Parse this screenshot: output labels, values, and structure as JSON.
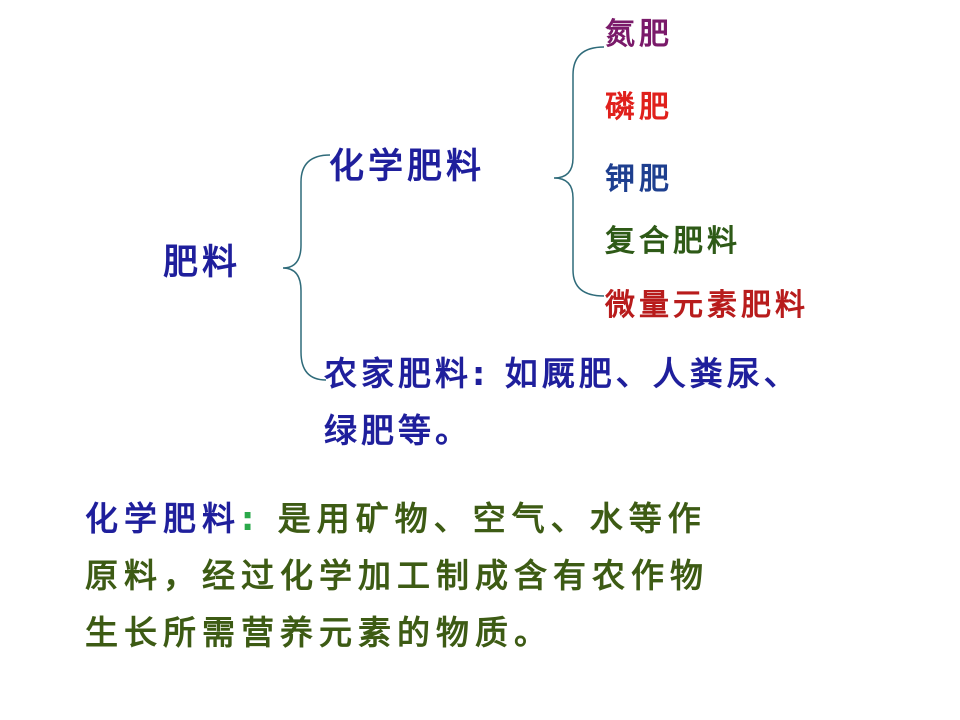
{
  "root": "肥料",
  "chemical": {
    "label": "化学肥料",
    "types": [
      {
        "label": "氮肥",
        "color": "#7a1a6a"
      },
      {
        "label": "磷肥",
        "color": "#e0201c"
      },
      {
        "label": "钾肥",
        "color": "#1e3f8f"
      },
      {
        "label": "复合肥料",
        "color": "#2e5a17"
      },
      {
        "label": "微量元素肥料",
        "color": "#b81c1c"
      }
    ]
  },
  "farm": {
    "label": "农家肥料",
    "colon": ":",
    "examples_line1": "如厩肥、人粪尿、",
    "examples_line2": "绿肥等。"
  },
  "definition": {
    "term": "化学肥料",
    "colon": ":",
    "line1_rest": "是用矿物、空气、水等作",
    "line2": "原料，经过化学加工制成含有农作物",
    "line3": "生长所需营养元素的物质。"
  },
  "colors": {
    "heading": "#1f1f9c",
    "definition_text": "#3d5b14",
    "definition_colon": "#2aa84a",
    "brace": "#2f6b7a"
  }
}
